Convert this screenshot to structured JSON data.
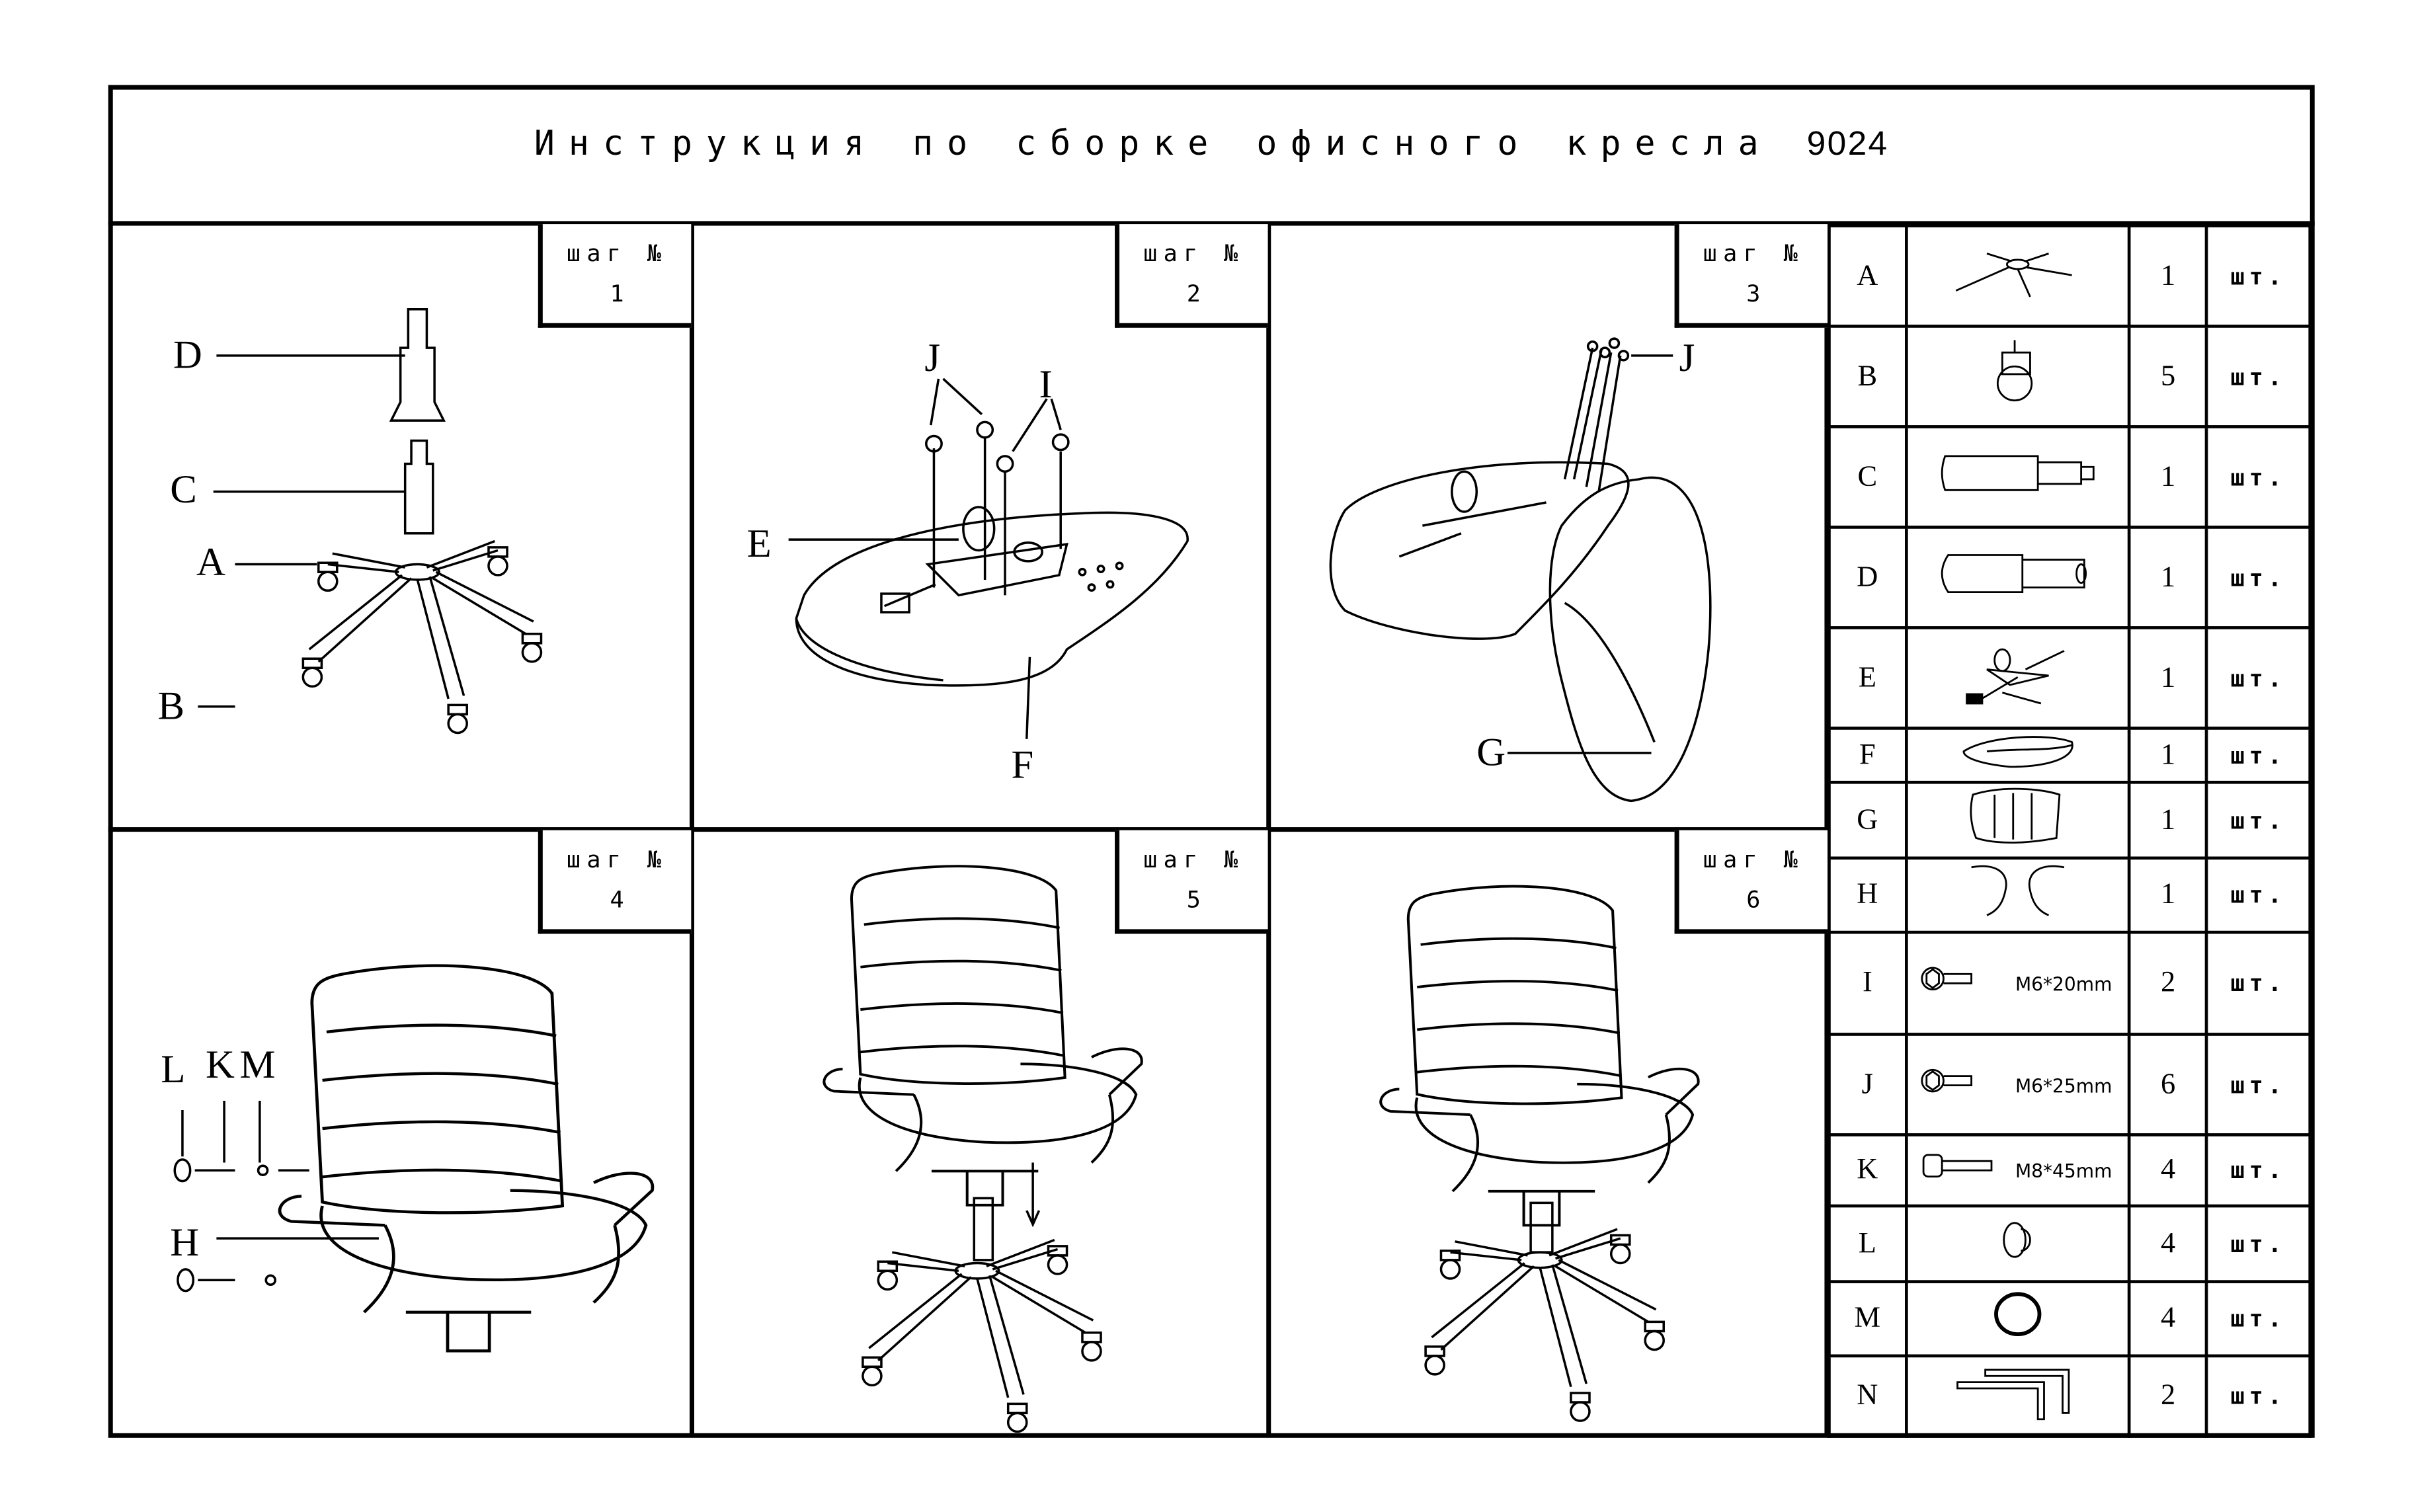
{
  "title": {
    "text": "Инструкция по сборке офисного кресла",
    "model": "9024"
  },
  "step_word": "шаг №",
  "steps": [
    {
      "number": "1",
      "labels": {
        "d": "D",
        "c": "C",
        "a": "A",
        "b": "B"
      }
    },
    {
      "number": "2",
      "labels": {
        "j": "J",
        "i": "I",
        "e": "E",
        "f": "F"
      }
    },
    {
      "number": "3",
      "labels": {
        "j": "J",
        "g": "G"
      }
    },
    {
      "number": "4",
      "labels": {
        "l": "L",
        "k": "K",
        "m": "M",
        "h": "H"
      }
    },
    {
      "number": "5"
    },
    {
      "number": "6"
    }
  ],
  "parts": [
    {
      "letter": "A",
      "icon": "chair-base-icon",
      "spec": "",
      "qty": "1",
      "unit": "шт."
    },
    {
      "letter": "B",
      "icon": "caster-icon",
      "spec": "",
      "qty": "5",
      "unit": "шт."
    },
    {
      "letter": "C",
      "icon": "gas-cylinder-icon",
      "spec": "",
      "qty": "1",
      "unit": "шт."
    },
    {
      "letter": "D",
      "icon": "cylinder-cover-icon",
      "spec": "",
      "qty": "1",
      "unit": "шт."
    },
    {
      "letter": "E",
      "icon": "tilt-mechanism-icon",
      "spec": "",
      "qty": "1",
      "unit": "шт."
    },
    {
      "letter": "F",
      "icon": "seat-icon",
      "spec": "",
      "qty": "1",
      "unit": "шт."
    },
    {
      "letter": "G",
      "icon": "backrest-icon",
      "spec": "",
      "qty": "1",
      "unit": "шт."
    },
    {
      "letter": "H",
      "icon": "armrests-icon",
      "spec": "",
      "qty": "1",
      "unit": "шт."
    },
    {
      "letter": "I",
      "icon": "hex-bolt-icon",
      "spec": "M6*20mm",
      "qty": "2",
      "unit": "шт."
    },
    {
      "letter": "J",
      "icon": "hex-bolt-icon",
      "spec": "M6*25mm",
      "qty": "6",
      "unit": "шт."
    },
    {
      "letter": "K",
      "icon": "socket-bolt-icon",
      "spec": "M8*45mm",
      "qty": "4",
      "unit": "шт."
    },
    {
      "letter": "L",
      "icon": "cap-icon",
      "spec": "",
      "qty": "4",
      "unit": "шт."
    },
    {
      "letter": "M",
      "icon": "washer-icon",
      "spec": "",
      "qty": "4",
      "unit": "шт."
    },
    {
      "letter": "N",
      "icon": "hex-key-icon",
      "spec": "",
      "qty": "2",
      "unit": "шт."
    }
  ]
}
